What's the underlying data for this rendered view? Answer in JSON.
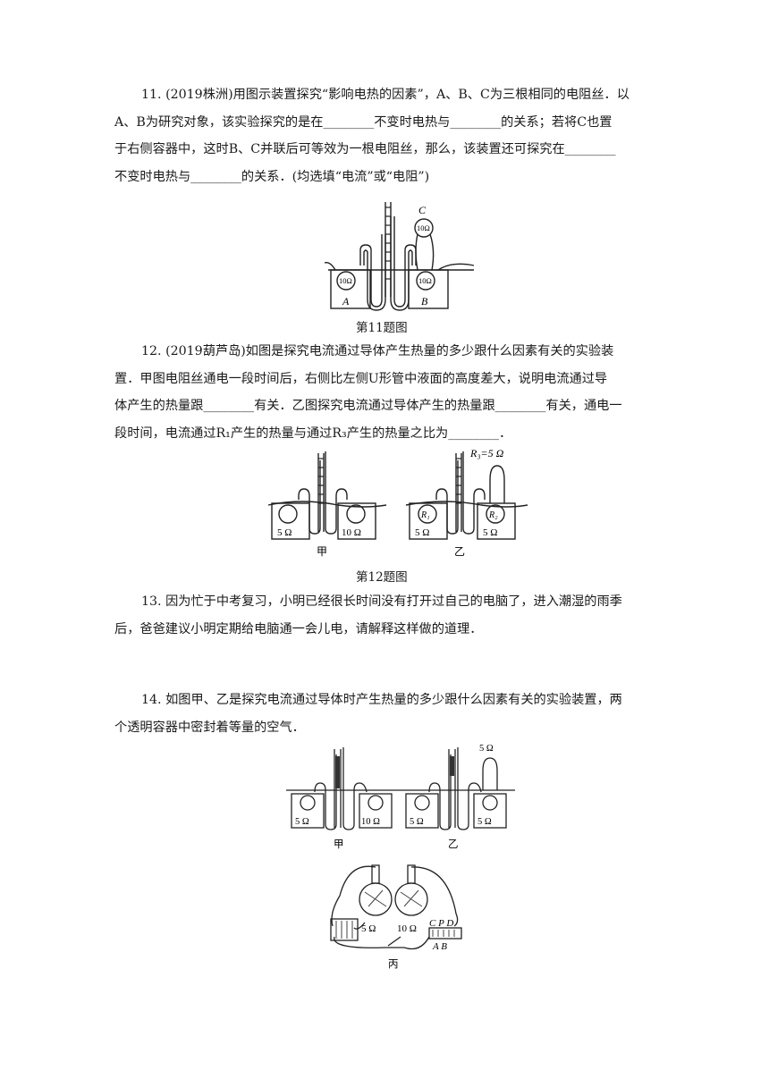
{
  "q11": {
    "lines": [
      "11. (2019株洲)用图示装置探究“影响电热的因素”，A、B、C为三根相同的电阻丝．以",
      "A、B为研究对象，该实验探究的是在________不变时电热与________的关系；若将C也置",
      "于右侧容器中，这时B、C并联后可等效为一根电阻丝，那么，该装置还可探究在________",
      "不变时电热与________的关系．(均选填“电流”或“电阻”)"
    ],
    "caption": "第11题图",
    "fig": {
      "a_res": "10Ω",
      "b_res": "10Ω",
      "c_res": "10Ω",
      "a_label": "A",
      "b_label": "B",
      "c_label": "C"
    }
  },
  "q12": {
    "lines": [
      "12. (2019葫芦岛)如图是探究电流通过导体产生热量的多少跟什么因素有关的实验装",
      "置．甲图电阻丝通电一段时间后，右侧比左侧U形管中液面的高度差大，说明电流通过导",
      "体产生的热量跟________有关．乙图探究电流通过导体产生的热量跟________有关，通电一",
      "段时间，电流通过R₁产生的热量与通过R₃产生的热量之比为________．"
    ],
    "caption": "第12题图",
    "fig": {
      "jia": {
        "left": "5 Ω",
        "right": "10 Ω",
        "label": "甲"
      },
      "yi": {
        "left_name": "R₁",
        "left": "5 Ω",
        "right_name": "R₂",
        "right": "5 Ω",
        "top": "R₃=5 Ω",
        "label": "乙"
      }
    }
  },
  "q13": {
    "lines": [
      "13. 因为忙于中考复习，小明已经很长时间没有打开过自己的电脑了，进入潮湿的雨季",
      "后，爸爸建议小明定期给电脑通一会儿电，请解释这样做的道理．"
    ]
  },
  "q14": {
    "lines": [
      "14. 如图甲、乙是探究电流通过导体时产生热量的多少跟什么因素有关的实验装置，两",
      "个透明容器中密封着等量的空气．"
    ],
    "fig": {
      "jia": {
        "left": "5 Ω",
        "right": "10 Ω",
        "label": "甲"
      },
      "yi": {
        "left": "5 Ω",
        "right": "5 Ω",
        "top": "5 Ω",
        "label": "乙"
      },
      "bing": {
        "left": "5 Ω",
        "right": "10 Ω",
        "label": "丙",
        "rheostat_top": "C P D",
        "rheostat_bottom": "A B"
      }
    }
  }
}
